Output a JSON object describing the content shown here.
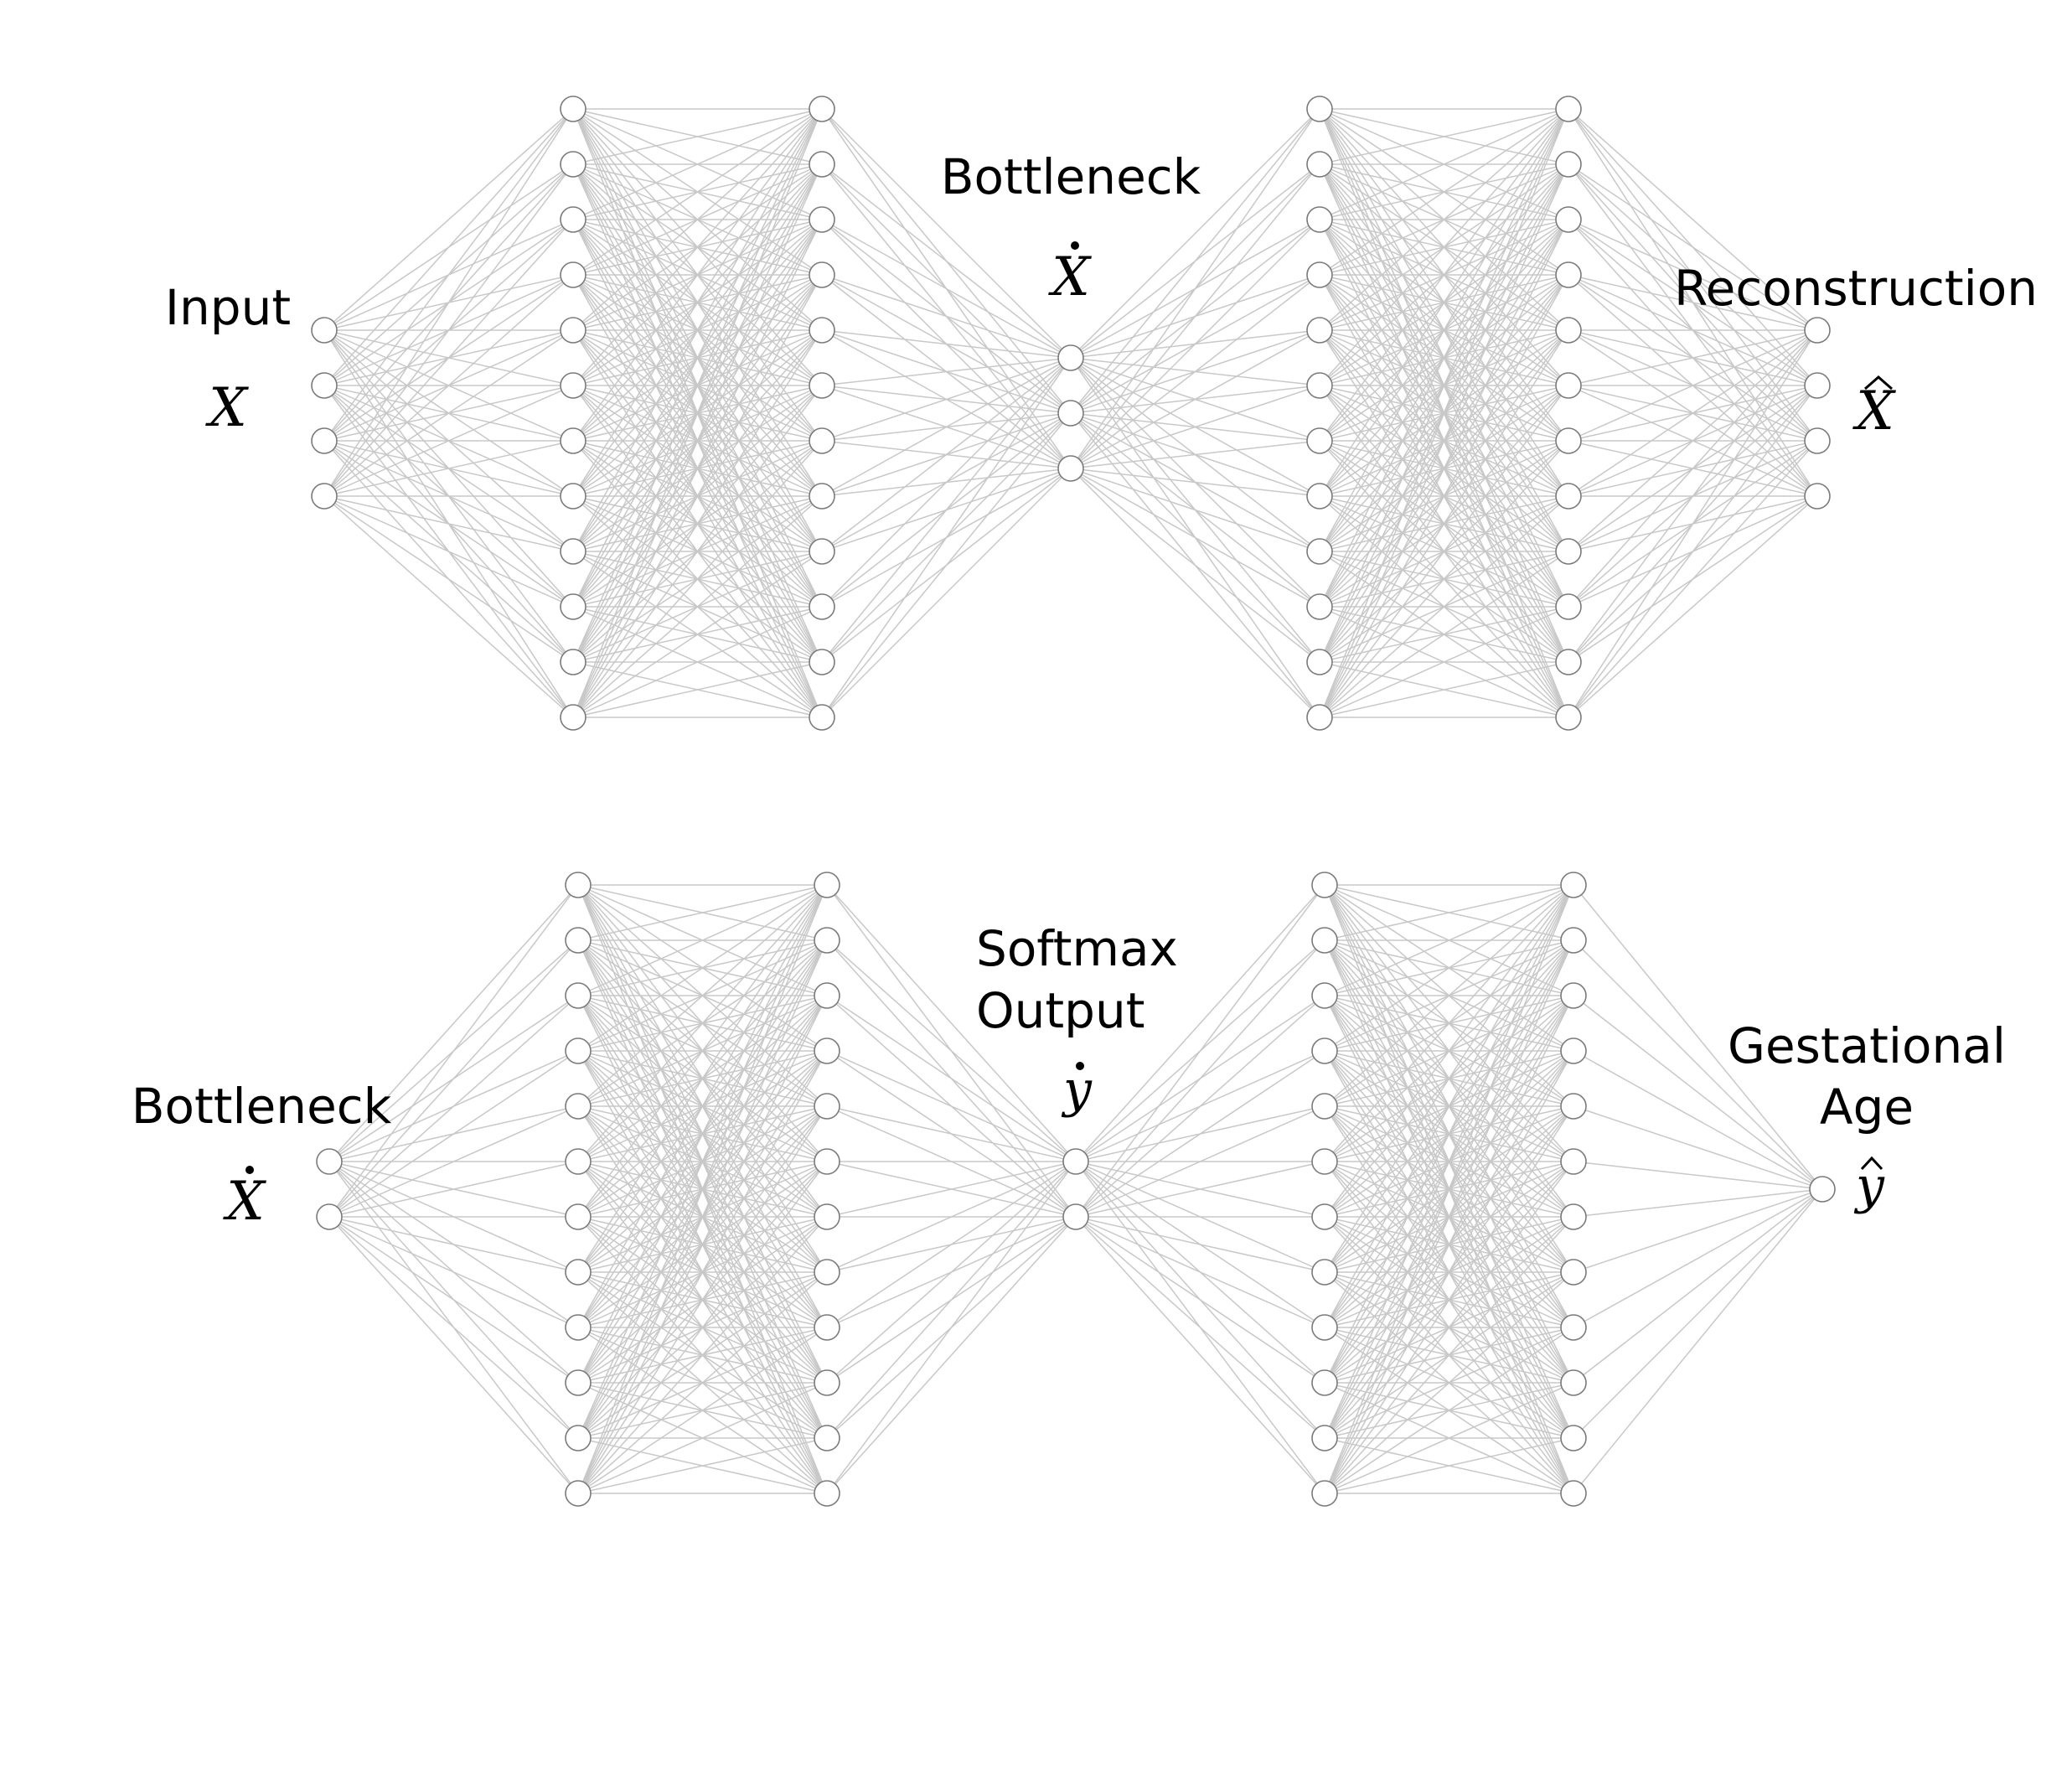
{
  "networks": [
    {
      "id": "autoencoder",
      "layer_sizes": [
        4,
        12,
        12,
        3,
        12,
        12,
        4
      ],
      "labels": {
        "input": {
          "lines": [
            "Input"
          ],
          "symbol": "X",
          "mark": "none"
        },
        "bottleneck": {
          "lines": [
            "Bottleneck"
          ],
          "symbol": "X",
          "mark": "dot"
        },
        "output": {
          "lines": [
            "Reconstruction"
          ],
          "symbol": "X",
          "mark": "hat"
        }
      }
    },
    {
      "id": "classifier",
      "layer_sizes": [
        2,
        12,
        12,
        2,
        12,
        12,
        1
      ],
      "labels": {
        "input": {
          "lines": [
            "Bottleneck"
          ],
          "symbol": "X",
          "mark": "dot"
        },
        "middle": {
          "lines": [
            "Softmax",
            "Output"
          ],
          "symbol": "y",
          "mark": "dot"
        },
        "output": {
          "lines": [
            "Gestational",
            "Age"
          ],
          "symbol": "y",
          "mark": "hat"
        }
      }
    }
  ],
  "colors": {
    "connection": "#c8c8c8",
    "node_stroke": "#7a7a7a",
    "node_fill": "#ffffff",
    "text": "#000000"
  }
}
